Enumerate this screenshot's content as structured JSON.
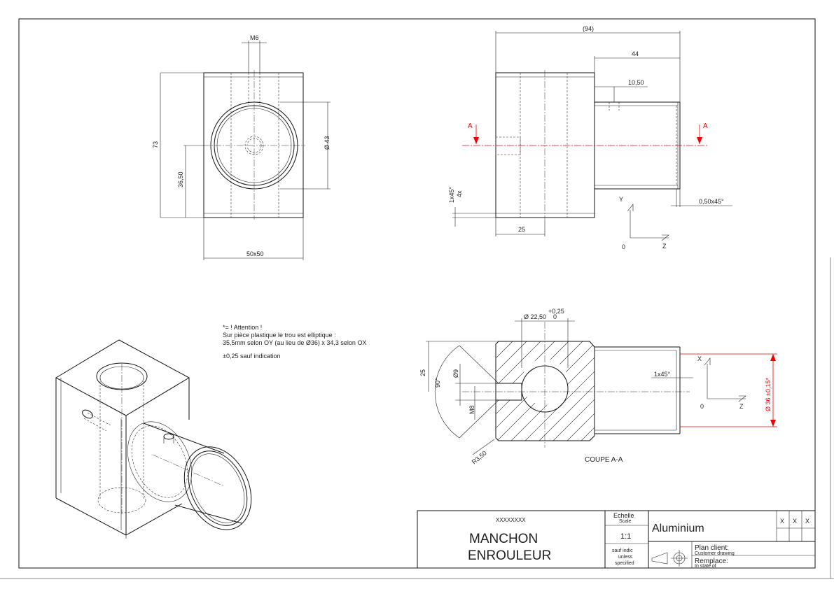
{
  "front_view": {
    "dim_m6": "M6",
    "dim_73": "73",
    "dim_36_50": "36,50",
    "dim_d43": "Ø 43",
    "dim_50x50": "50x50"
  },
  "side_view": {
    "dim_94": "(94)",
    "dim_44": "44",
    "dim_10_50": "10,50",
    "dim_25": "25",
    "dim_1x45_4x": "1x45°",
    "dim_4x": "4x",
    "dim_050x45": "0,50x45°",
    "section_label": "A",
    "axis_y": "Y",
    "axis_z": "Z",
    "axis_origin": "0"
  },
  "notes": {
    "line1": "*= ! Attention !",
    "line2": "Sur pièce plastique le trou est elliptique :",
    "line3": "35,5mm selon OY (au lieu de Ø36) x 34,3 selon OX",
    "line4": "±0,25 sauf indication"
  },
  "section_view": {
    "dim_d22_50": "Ø 22,50",
    "dim_tol_upper": "+0,25",
    "dim_tol_lower": "0",
    "dim_25": "25",
    "dim_90": "90°",
    "dim_d9": "Ø9",
    "dim_m8": "M8",
    "dim_r3_50": "R3,50",
    "dim_1x45": "1x45°",
    "dim_d36": "Ø 36 ±0,15*",
    "axis_x": "X",
    "axis_z": "Z",
    "axis_origin": "0",
    "caption": "COUPE A-A"
  },
  "title_block": {
    "ref": "XXXXXXXX",
    "title_line1": "MANCHON",
    "title_line2": "ENROULEUR",
    "scale_label": "Echelle",
    "scale_label_en": "Scale",
    "scale_value": "1:1",
    "scale_note1": "sauf indic",
    "scale_note2": "unless",
    "scale_note3": "specified",
    "material": "Aluminium",
    "x_marks": [
      "X",
      "X",
      "X"
    ],
    "plan_client": "Plan client:",
    "plan_client_en": "Customer drawing",
    "remplace": "Remplace:",
    "remplace_en": "In state of"
  },
  "colors": {
    "section_marks": "#e00000",
    "line": "#111111"
  }
}
